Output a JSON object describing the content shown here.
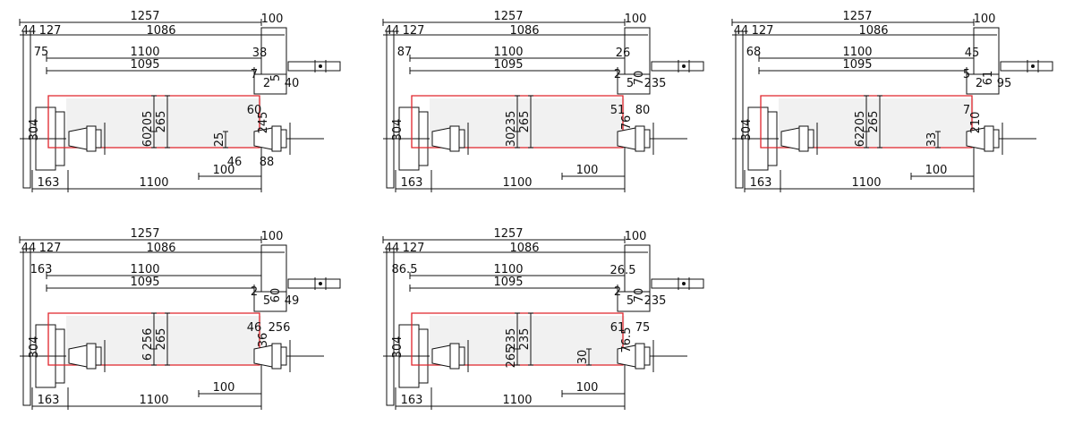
{
  "colors": {
    "line": "#111111",
    "path": "#e0242b",
    "fill": "#f1f1f1"
  },
  "panels": [
    {
      "id": "p1",
      "top": {
        "total": "1257",
        "tail": "100",
        "a": "44",
        "b": "127",
        "c": "1086",
        "d": "75",
        "e": "1100",
        "f": "1095",
        "g": "38"
      },
      "vert": [
        "205",
        "265",
        "60",
        "25"
      ],
      "side": [
        "7",
        "2",
        "5",
        "40",
        "60",
        "245"
      ],
      "bottom": {
        "chuck": "304",
        "left": "163",
        "main": "1100",
        "short": "100",
        "small1": "46",
        "small2": "88"
      }
    },
    {
      "id": "p2",
      "top": {
        "total": "1257",
        "tail": "100",
        "a": "44",
        "b": "127",
        "c": "1086",
        "d": "87",
        "e": "1100",
        "f": "1095",
        "g": "26"
      },
      "vert": [
        "235",
        "265",
        "30"
      ],
      "side": [
        "2",
        "5",
        "70",
        "235",
        "51",
        "76",
        "80"
      ],
      "bottom": {
        "chuck": "304",
        "left": "163",
        "main": "1100",
        "short": "100"
      }
    },
    {
      "id": "p3",
      "top": {
        "total": "1257",
        "tail": "100",
        "a": "44",
        "b": "127",
        "c": "1086",
        "d": "68",
        "e": "1100",
        "f": "1095",
        "g": "45"
      },
      "vert": [
        "205",
        "265",
        "62",
        "33"
      ],
      "side": [
        "5",
        "2",
        "61",
        "95",
        "7",
        "210"
      ],
      "bottom": {
        "chuck": "304",
        "left": "163",
        "main": "1100",
        "short": "100"
      }
    },
    {
      "id": "p4",
      "top": {
        "total": "1257",
        "tail": "100",
        "a": "44",
        "b": "127",
        "c": "1086",
        "d": "163",
        "e": "1100",
        "f": "1095"
      },
      "vert": [
        "256",
        "265",
        "6"
      ],
      "side": [
        "2",
        "5",
        "60",
        "49",
        "46",
        "36",
        "256"
      ],
      "bottom": {
        "chuck": "304",
        "left": "163",
        "main": "1100",
        "short": "100"
      }
    },
    {
      "id": "p5",
      "top": {
        "total": "1257",
        "tail": "100",
        "a": "44",
        "b": "127",
        "c": "1086",
        "d": "86.5",
        "e": "1100",
        "f": "1095",
        "g": "26.5"
      },
      "vert": [
        "235",
        "235",
        "265",
        "30"
      ],
      "side": [
        "2",
        "5",
        "70",
        "235",
        "61",
        "76.5",
        "75"
      ],
      "bottom": {
        "chuck": "304",
        "left": "163",
        "main": "1100",
        "short": "100"
      }
    }
  ]
}
